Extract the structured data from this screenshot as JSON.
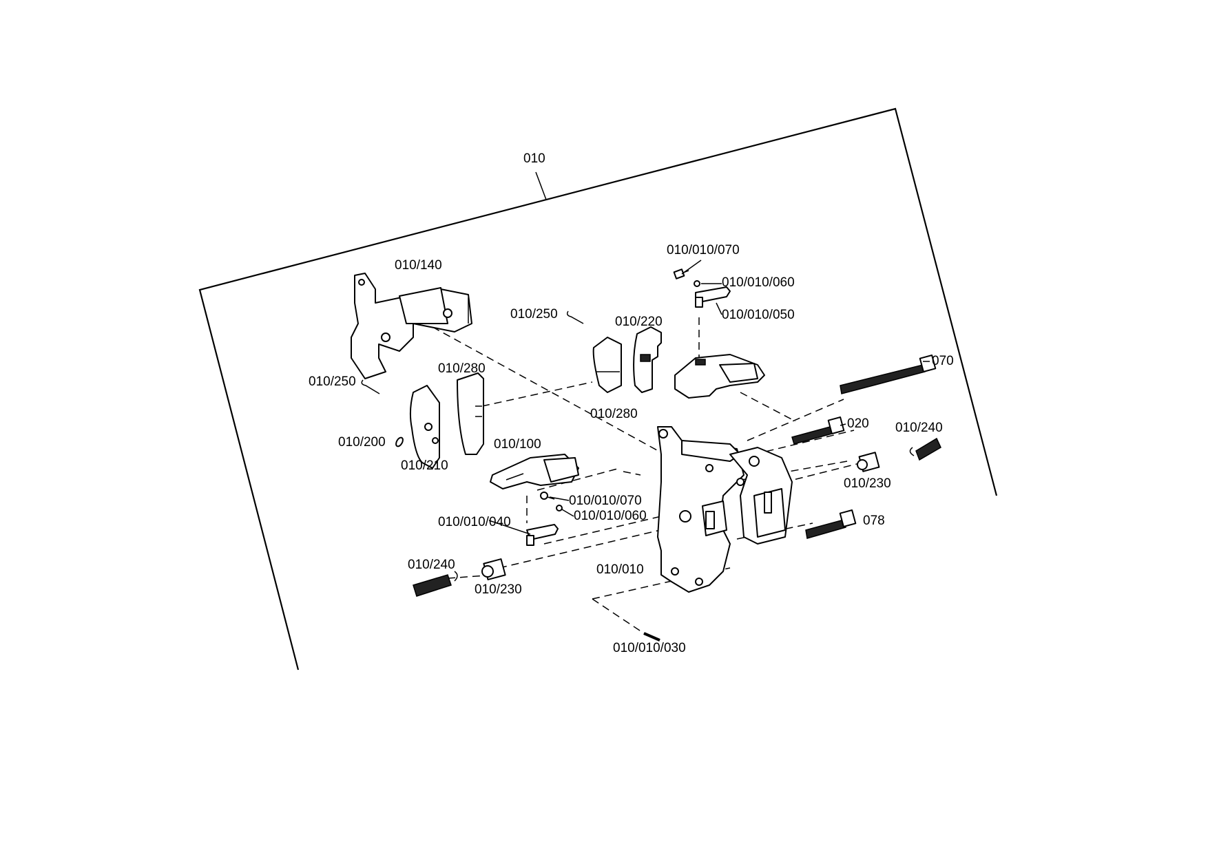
{
  "labels": {
    "assembly": "010",
    "l010_140": "010/140",
    "l010_010_070_top": "010/010/070",
    "l010_010_060_top": "010/010/060",
    "l010_010_050": "010/010/050",
    "l010_250_a": "010/250",
    "l010_220": "010/220",
    "l010_250_b": "010/250",
    "l010_280_a": "010/280",
    "l010_280_b": "010/280",
    "l070": "070",
    "l020": "020",
    "l010_240_a": "010/240",
    "l010_200": "010/200",
    "l010_210": "010/210",
    "l010_100": "010/100",
    "l010_230_a": "010/230",
    "l010_010_070_b": "010/010/070",
    "l010_010_060_b": "010/010/060",
    "l078": "078",
    "l010_010_040": "010/010/040",
    "l010_240_b": "010/240",
    "l010_230_b": "010/230",
    "l010_010": "010/010",
    "l010_010_030": "010/010/030"
  }
}
